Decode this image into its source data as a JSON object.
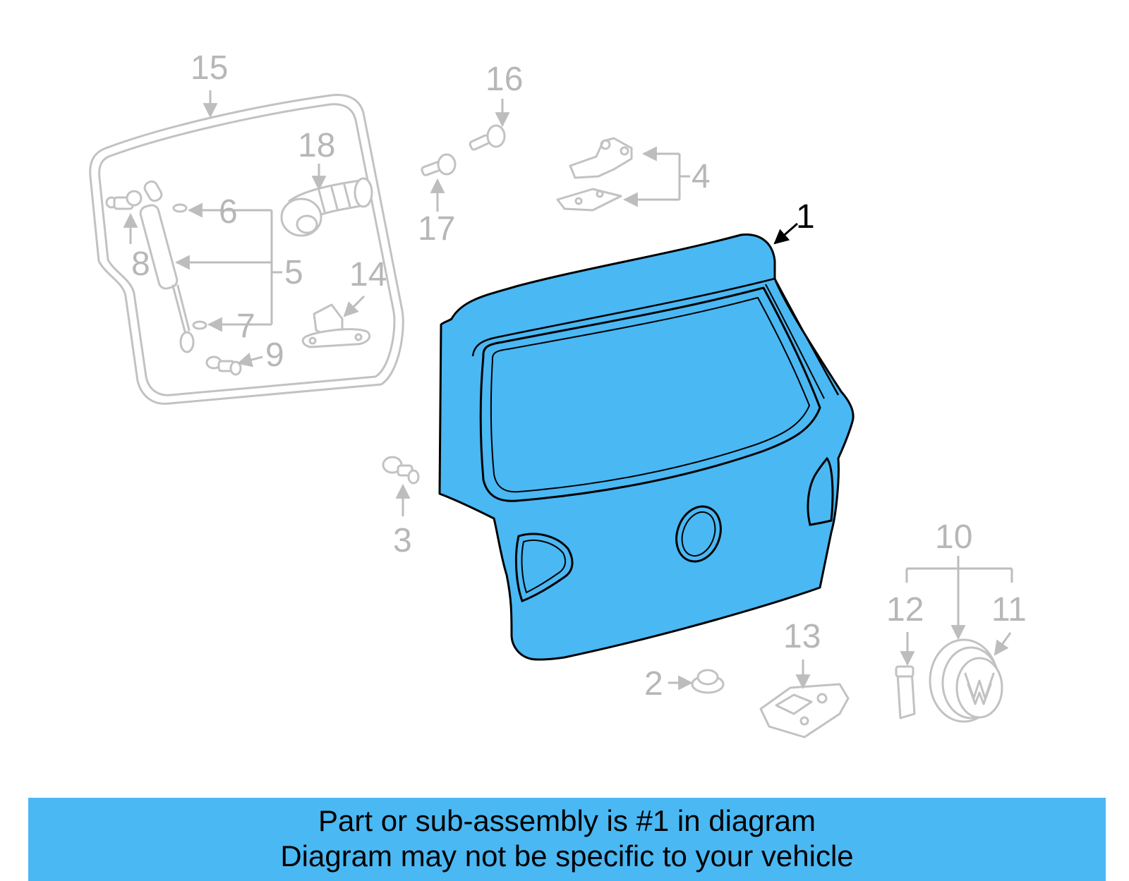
{
  "diagram": {
    "highlight_color": "#4ab8f3",
    "callouts": {
      "c1": "1",
      "c2": "2",
      "c3": "3",
      "c4": "4",
      "c5": "5",
      "c6": "6",
      "c7": "7",
      "c8": "8",
      "c9": "9",
      "c10": "10",
      "c11": "11",
      "c12": "12",
      "c13": "13",
      "c14": "14",
      "c15": "15",
      "c16": "16",
      "c17": "17",
      "c18": "18"
    }
  },
  "footer": {
    "line1": "Part or sub-assembly is #1 in diagram",
    "line2": "Diagram may not be specific to your vehicle"
  }
}
